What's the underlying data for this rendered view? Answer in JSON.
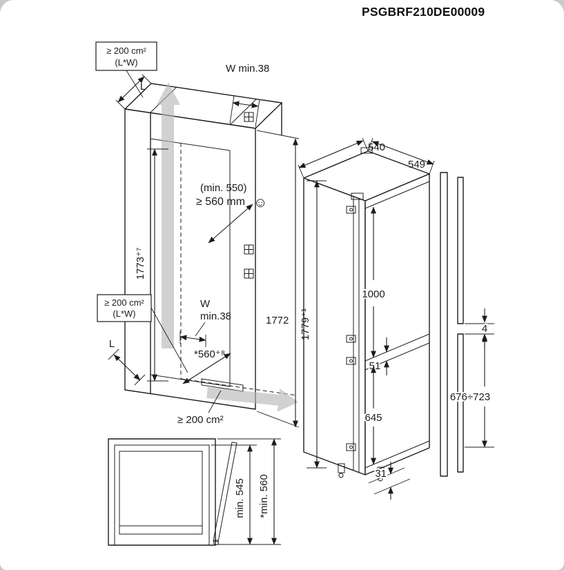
{
  "title": "PSGBRF210DE00009",
  "colors": {
    "line": "#1c1c1c",
    "airflow": "#b5b5b5"
  },
  "niche": {
    "vent_top_box_line1": "≥ 200 cm²",
    "vent_top_box_line2": "(L*W)",
    "vent_side_box_line1": "≥ 200 cm²",
    "vent_side_box_line2": "(L*W)",
    "depth_top_label": "L",
    "wall_top": "W min.38",
    "height": "1773⁺⁷",
    "depth_min": "(min. 550)",
    "depth_rec": "≥ 560 mm",
    "smiley": "☺",
    "wall_bottom_w": "W",
    "wall_bottom_min": "min.38",
    "depth_bottom_label": "L",
    "depth_floor": "*560⁺⁸",
    "front_height": "1772",
    "vent_bottom": "≥ 200 cm²"
  },
  "appliance": {
    "width": "540",
    "depth": "549",
    "height": "1779⁺¹",
    "fridge_door": "1000",
    "hinge_gap": "51",
    "freezer_door": "645",
    "plinth_gap": "31"
  },
  "door_panel": {
    "gap": "4",
    "panel_range": "676÷723"
  },
  "top_view": {
    "depth_min": "min. 545",
    "depth_rec": "*min. 560"
  }
}
